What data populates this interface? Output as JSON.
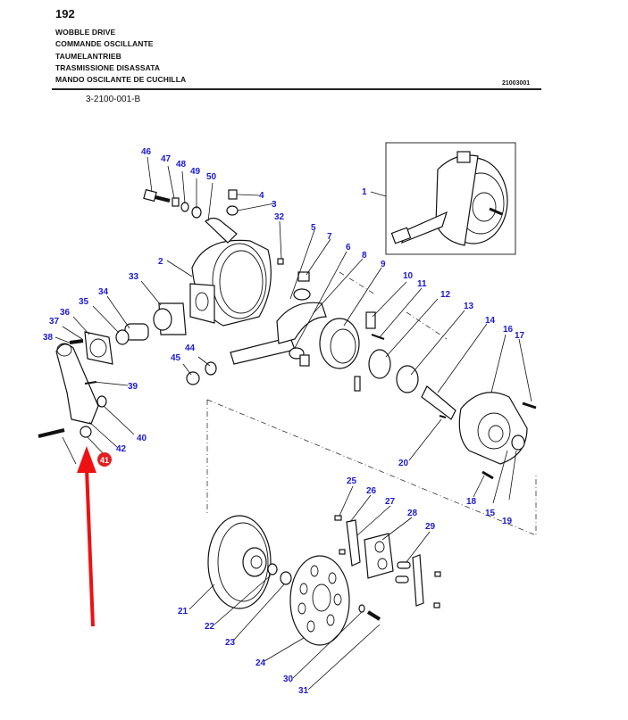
{
  "header": {
    "page_number": "192",
    "titles": [
      "WOBBLE DRIVE",
      "COMMANDE OSCILLANTE",
      "TAUMELANTRIEB",
      "TRASMISSIONE DISASSATA",
      "MANDO OSCILANTE DE CUCHILLA"
    ],
    "drawing_number": "21003001",
    "group_number": "3-2100-001-B"
  },
  "diagram": {
    "callout_color": "#1a1ad6",
    "highlight": {
      "part": "41",
      "badge_color": "#e02020",
      "arrow_color": "#ee1111"
    },
    "callouts": [
      "1",
      "2",
      "3",
      "4",
      "5",
      "6",
      "7",
      "8",
      "9",
      "10",
      "11",
      "12",
      "13",
      "14",
      "15",
      "16",
      "17",
      "18",
      "19",
      "20",
      "21",
      "22",
      "23",
      "24",
      "25",
      "26",
      "27",
      "28",
      "29",
      "30",
      "31",
      "32",
      "33",
      "34",
      "35",
      "36",
      "37",
      "38",
      "39",
      "40",
      "41",
      "42",
      "44",
      "45",
      "46",
      "47",
      "48",
      "49",
      "50"
    ]
  }
}
